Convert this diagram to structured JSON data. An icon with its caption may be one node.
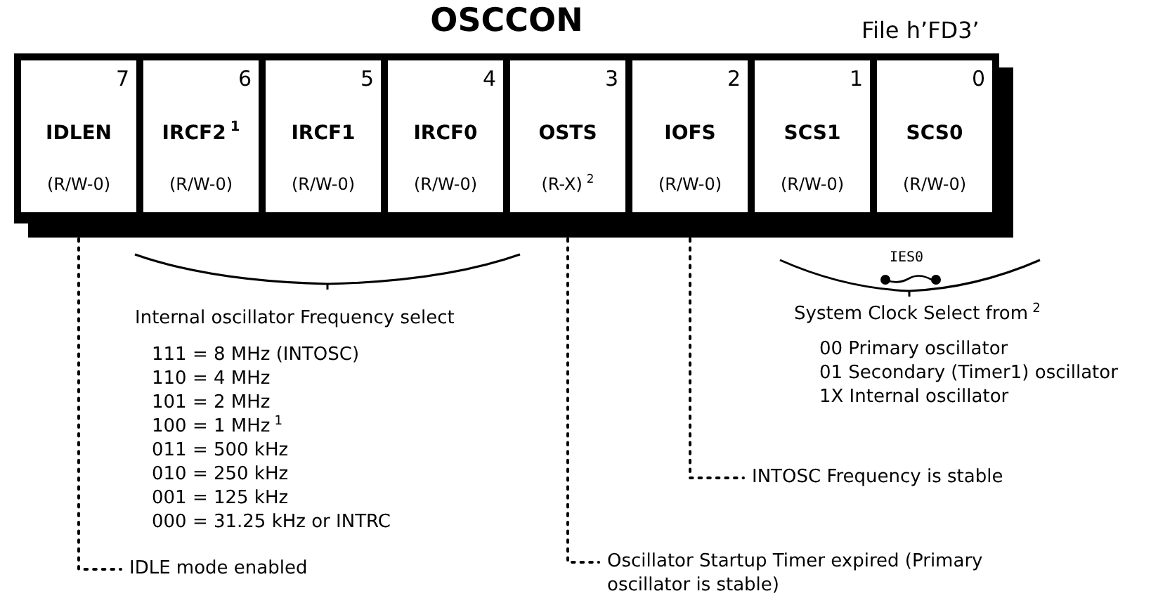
{
  "diagram": {
    "nodes": [
      {
        "text": [
          "OSCCON"
        ],
        "beside": [
          "File h’FD3’"
        ]
      },
      {
        "text": [
          "7",
          "IDLEN",
          "(R/W-0)"
        ],
        "in": 0
      },
      {
        "text": [
          "6",
          "IRCF2$^{1}$",
          "(R/W-0)"
        ],
        "in": 0
      },
      {
        "text": [
          "5",
          "IRCF1",
          "(R/W-0)"
        ],
        "in": 0
      },
      {
        "text": [
          "4",
          "IRCF0",
          "(R/W-0)"
        ],
        "in": 0
      },
      {
        "text": [
          "3",
          "OSTS",
          "(R-X)$^{2}$"
        ],
        "in": 0
      },
      {
        "text": [
          "2",
          "IOFS",
          "(R/W-0)"
        ],
        "in": 0
      },
      {
        "text": [
          "1",
          "SCS1",
          "(R/W-0)"
        ],
        "in": 0
      },
      {
        "text": [
          "0",
          "SCS0",
          "(R/W-0)"
        ],
        "in": 0
      },
      {
        "text": [
          "IDLE mode enabled"
        ]
      },
      {
        "text": [
          "Oscillator Startup Timer expired (Primary oscillator is stable)"
        ]
      },
      {
        "text": [
          "INTOSC Frequency is stable"
        ]
      }
    ],
    "edges": [
      {
        "from": 1,
        "to": 9,
        "arrow": "none",
        "style": "dashed"
      },
      {
        "from": 5,
        "to": 10,
        "arrow": "none",
        "style": "dashed"
      },
      {
        "from": 6,
        "to": 11,
        "arrow": "none",
        "style": "dashed"
      }
    ],
    "labels": [
      "Internal oscillator Frequency select",
      "111 = 8 MHz (INTOSC)",
      "110 = 4 MHz",
      "101 = 2 MHz",
      "100 = 1 MHz$^{1}$",
      "011 = 500 kHz",
      "010 = 250 kHz",
      "001 = 125 kHz",
      "000 = 31.25 kHz or INTRC",
      "IES0",
      "System Clock Select from$^{2}$",
      "00 Primary oscillator",
      "01 Secondary (Timer1) oscillator",
      "1X Internal oscillator"
    ]
  }
}
